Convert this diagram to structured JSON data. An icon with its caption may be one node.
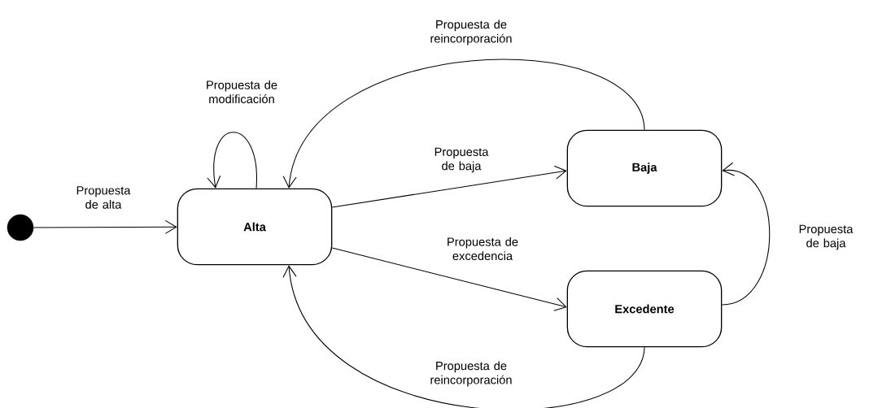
{
  "diagram": {
    "nodes": [
      {
        "text": [],
        "shape": "circle"
      },
      {
        "text": [
          "Alta"
        ]
      },
      {
        "text": [
          "Baja"
        ]
      },
      {
        "text": [
          "Excedente"
        ]
      }
    ],
    "edges": [
      {
        "from": 0,
        "to": 1,
        "arrow": "to",
        "label": "Propuesta de alta"
      },
      {
        "from": 1,
        "to": 1,
        "arrow": "to",
        "label": "Propuesta de modificación"
      },
      {
        "from": 1,
        "to": 2,
        "arrow": "to",
        "label": "Propuesta de baja"
      },
      {
        "from": 1,
        "to": 3,
        "arrow": "to",
        "label": "Propuesta de excedencia"
      },
      {
        "from": 2,
        "to": 1,
        "arrow": "to",
        "label": "Propuesta de reincorporación"
      },
      {
        "from": 3,
        "to": 2,
        "arrow": "to",
        "label": "Propuesta de baja"
      },
      {
        "from": 3,
        "to": 1,
        "arrow": "to",
        "label": "Propuesta de reincorporación"
      }
    ]
  }
}
